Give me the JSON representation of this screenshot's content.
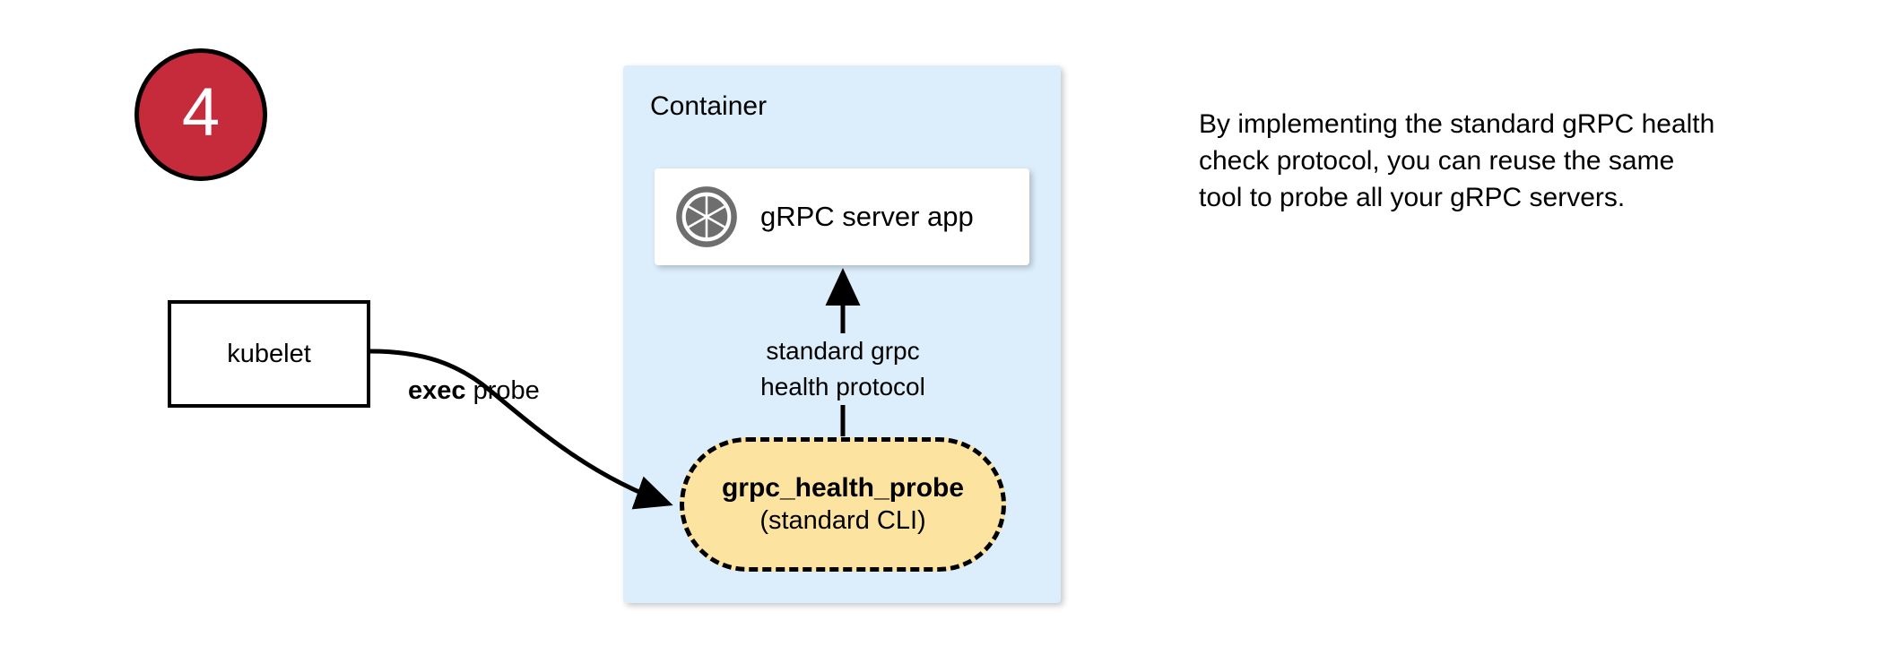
{
  "step": {
    "number": "4"
  },
  "kubelet": {
    "label": "kubelet"
  },
  "edges": {
    "exec_probe_bold": "exec",
    "exec_probe_rest": " probe",
    "protocol_line1": "standard grpc",
    "protocol_line2": "health protocol"
  },
  "container": {
    "title": "Container",
    "fill_color": "#DCEEFB"
  },
  "server_app": {
    "icon": "aperture-icon",
    "label": "gRPC server app",
    "icon_color": "#6E6E6E"
  },
  "probe": {
    "title": "grpc_health_probe",
    "subtitle": "(standard CLI)",
    "fill_color": "#FCE3A0",
    "border_style": "dashed"
  },
  "note": {
    "text": "By implementing the standard gRPC health check protocol, you can reuse the same tool to probe all your gRPC servers."
  },
  "badge_colors": {
    "fill": "#C62B3B",
    "text": "#FFFFFF",
    "stroke": "#000000"
  }
}
